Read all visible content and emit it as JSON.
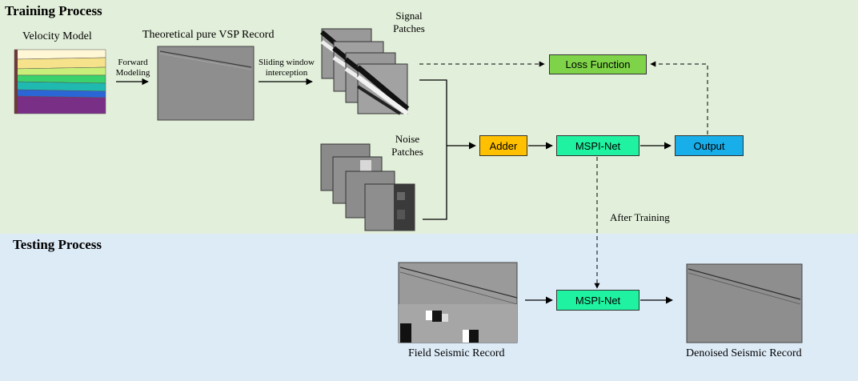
{
  "training": {
    "title": "Training Process",
    "velocity_model_label": "Velocity Model",
    "forward_modeling_label_1": "Forward",
    "forward_modeling_label_2": "Modeling",
    "vsp_record_label": "Theoretical pure VSP Record",
    "sliding_window_label_1": "Sliding window",
    "sliding_window_label_2": "interception",
    "signal_patches_label_1": "Signal",
    "signal_patches_label_2": "Patches",
    "noise_patches_label_1": "Noise",
    "noise_patches_label_2": "Patches",
    "loss_function_label": "Loss Function",
    "adder_label": "Adder",
    "mspinet_label": "MSPI-Net",
    "output_label": "Output",
    "after_training_label": "After Training"
  },
  "testing": {
    "title": "Testing Process",
    "mspinet_label": "MSPI-Net",
    "field_record_label": "Field Seismic Record",
    "denoised_record_label": "Denoised Seismic Record"
  },
  "colors": {
    "loss_function": "#7ed348",
    "adder": "#ffc000",
    "mspinet": "#1ff2a0",
    "output": "#17aee9",
    "training_bg": "#e2efda",
    "testing_bg": "#ddebf7"
  }
}
